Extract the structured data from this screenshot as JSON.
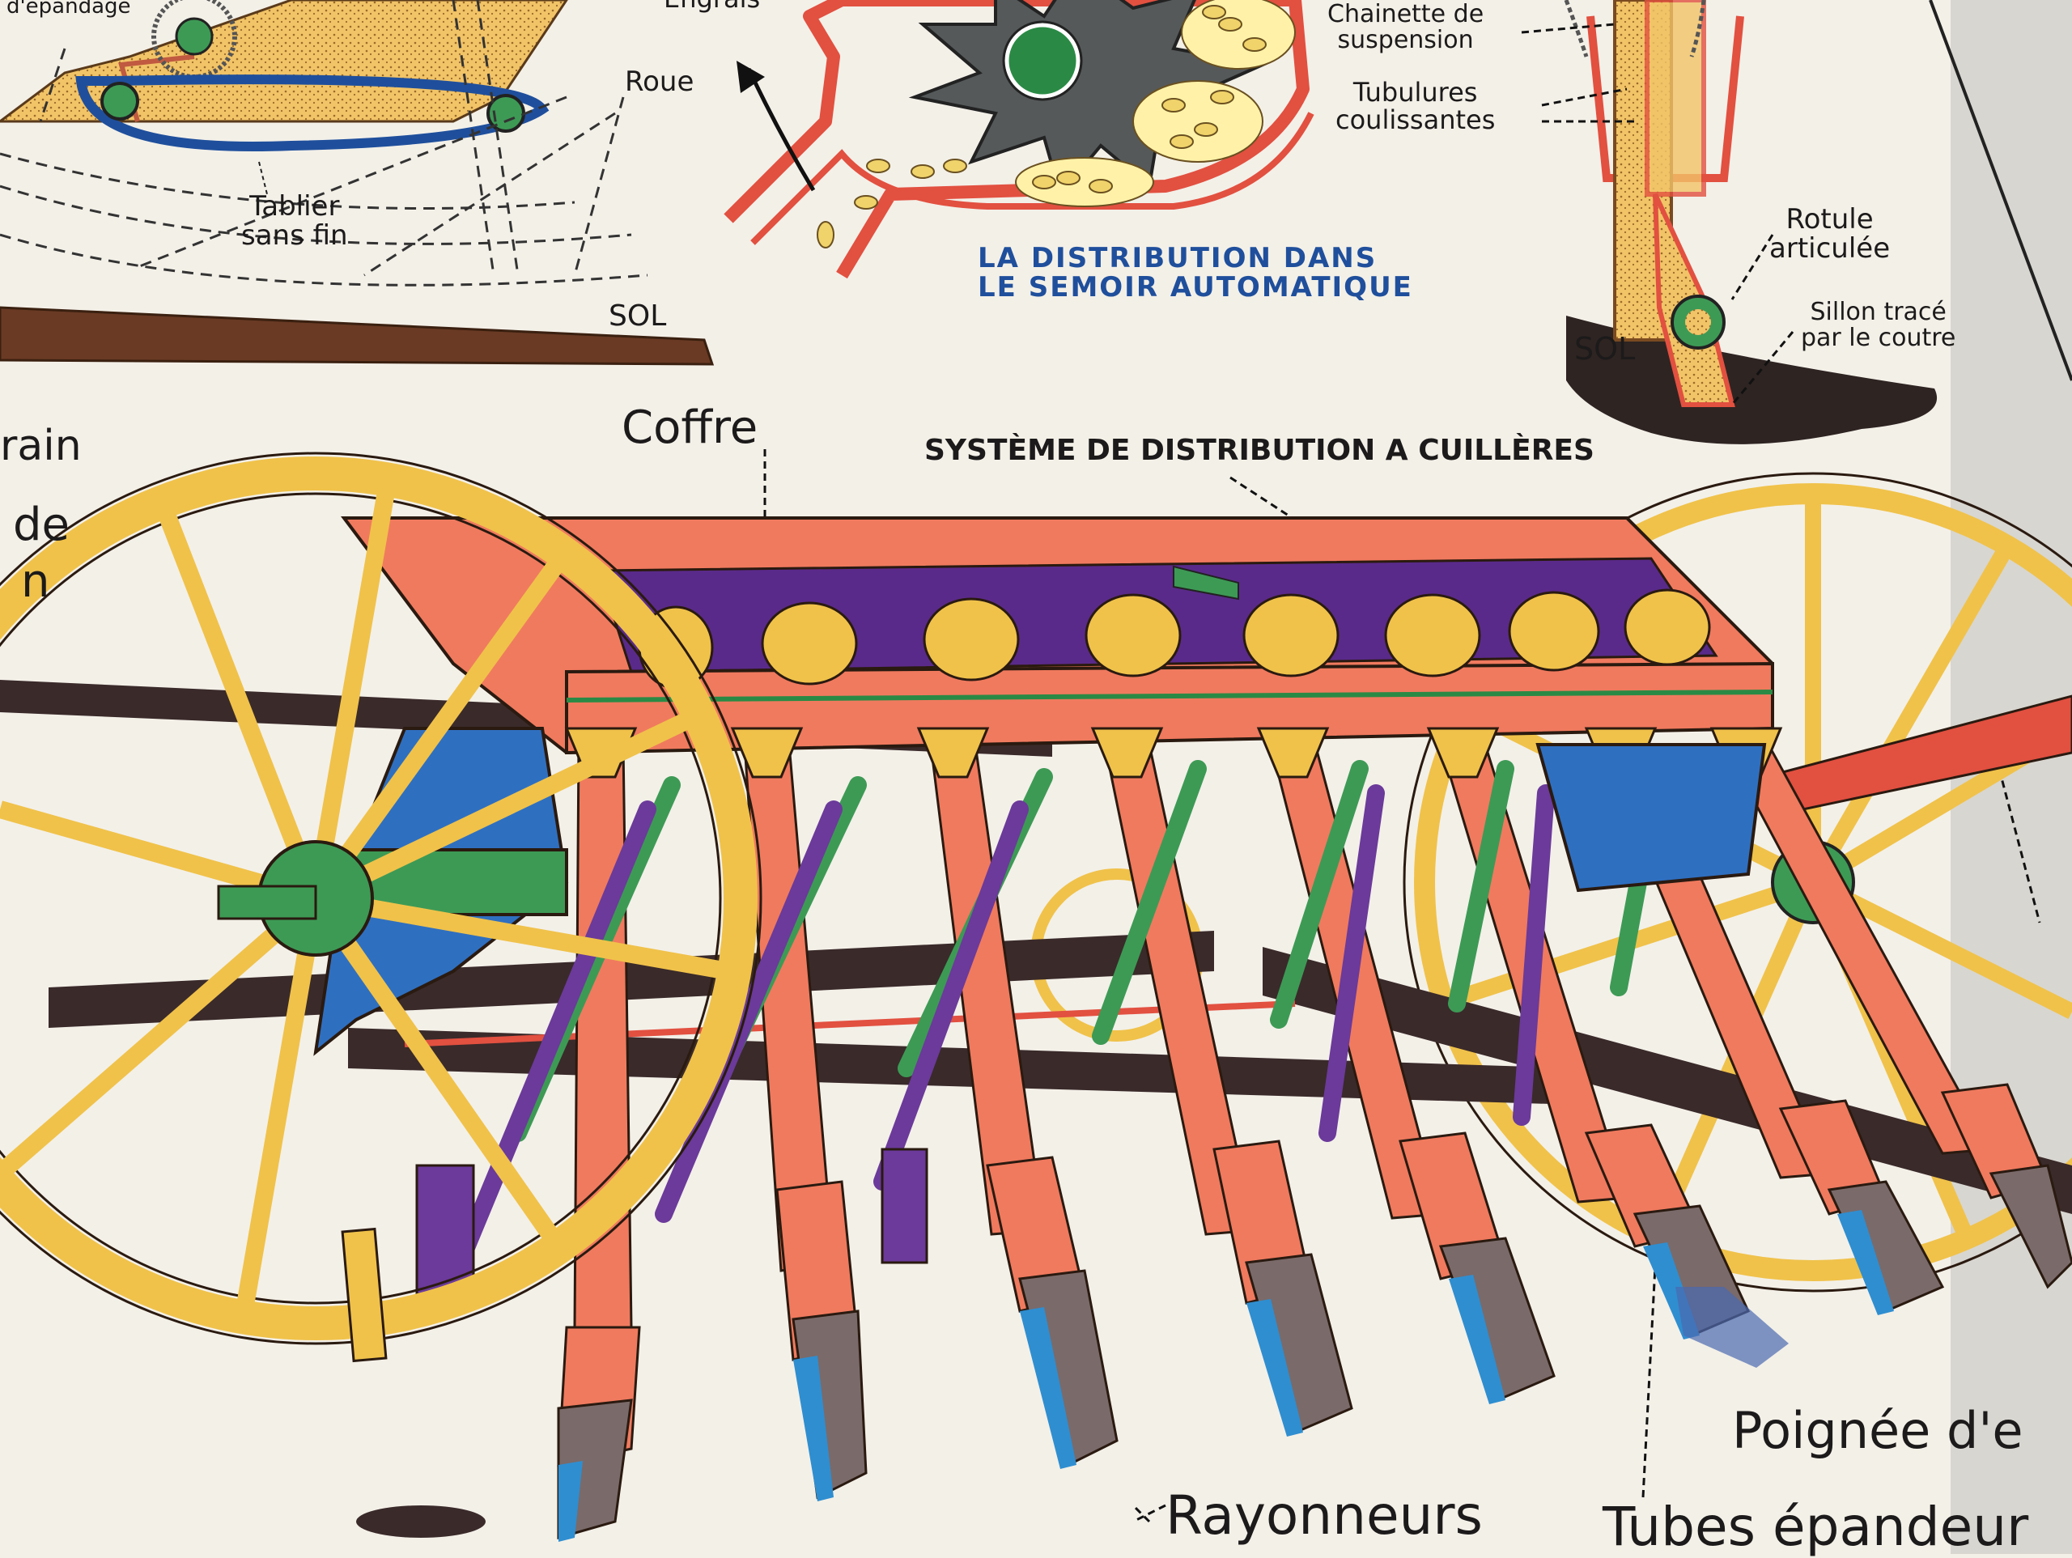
{
  "labels": {
    "planche_epandage": "Planche\nd'épandage",
    "engrais": "Engrais",
    "roue": "Roue",
    "tablier": "Tablier\nsans fin",
    "sol_left": "SOL",
    "distribution_title": "LA DISTRIBUTION DANS\nLE SEMOIR AUTOMATIQUE",
    "chainette": "Chainette de\nsuspension",
    "tubulures": "Tubulures\ncoulissantes",
    "rotule": "Rotule\narticulée",
    "sillon": "Sillon tracé\npar le coutre",
    "sol_right": "SOL",
    "coffre": "Coffre",
    "systeme": "SYSTÈME DE DISTRIBUTION A CUILLÈRES",
    "left_frag_1": "rain",
    "left_frag_2": "de",
    "left_frag_3": "n",
    "poignee": "Poignée d'e",
    "rayonneurs": "Rayonneurs",
    "tubes": "Tubes épandeur"
  },
  "colors": {
    "wheel": "#f0c24a",
    "hopper": "#f07a5e",
    "axle": "#3d9a55",
    "bracket": "#2f6fc0",
    "purple": "#6b3a9a",
    "dark_bar": "#3a2a2a",
    "soil": "#5a3a2a",
    "label_blue": "#1f4f9c"
  }
}
